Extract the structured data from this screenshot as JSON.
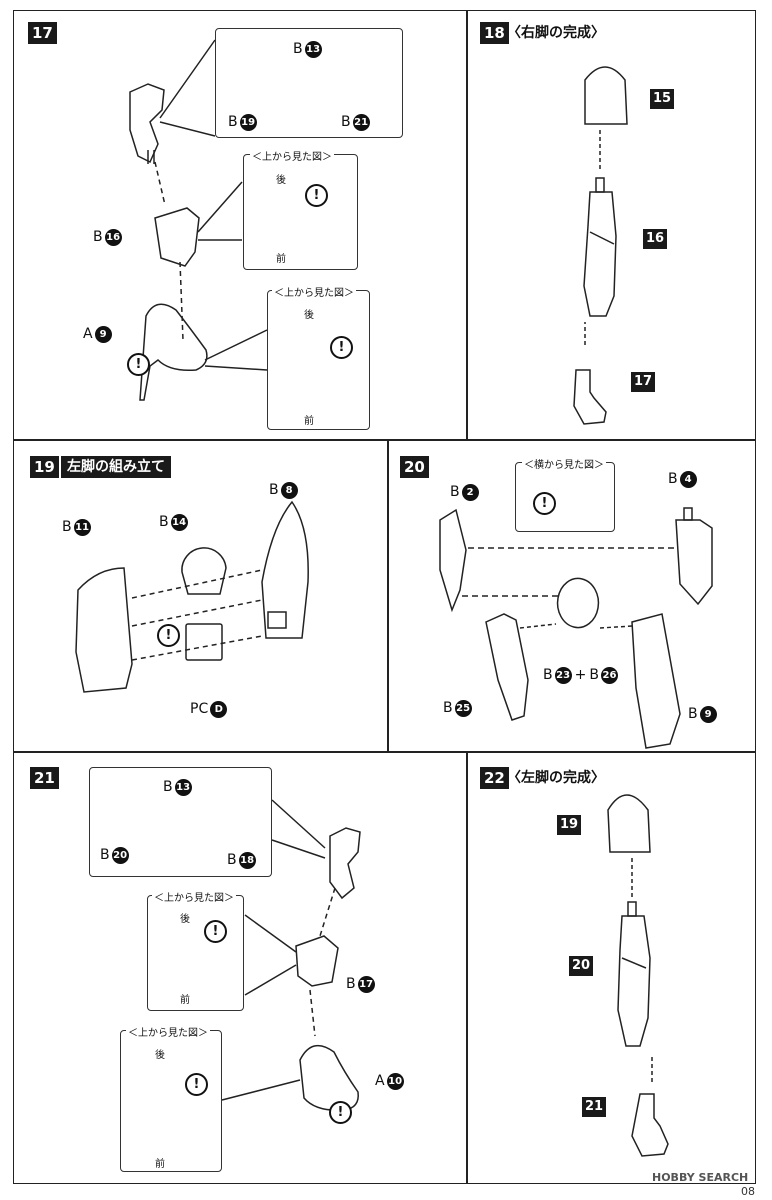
{
  "steps": [
    {
      "num": "17",
      "title": ""
    },
    {
      "num": "18",
      "title": "〈右脚の完成〉"
    },
    {
      "num": "19",
      "title": "左脚の組み立て"
    },
    {
      "num": "20",
      "title": ""
    },
    {
      "num": "21",
      "title": ""
    },
    {
      "num": "22",
      "title": "〈左脚の完成〉"
    }
  ],
  "callouts": {
    "top_view": "＜上から見た図＞",
    "side_view": "＜横から見た図＞",
    "back": "後",
    "front": "前",
    "warning": "!"
  },
  "parts": {
    "b": "B",
    "a": "A",
    "pc": "PC",
    "plus": "+",
    "n13": "13",
    "n19": "19",
    "n21": "21",
    "n16": "16",
    "n9": "9",
    "n8": "8",
    "n11": "11",
    "n14": "14",
    "d": "D",
    "n2": "2",
    "n4": "4",
    "n23": "23",
    "n26": "26",
    "n25": "25",
    "n20": "20",
    "n18": "18",
    "n17": "17",
    "n10": "10"
  },
  "tags": {
    "t15": "15",
    "t16": "16",
    "t17": "17",
    "t19": "19",
    "t20": "20",
    "t21": "21"
  },
  "footer": {
    "logo": "HOBBY SEARCH",
    "page": "08"
  }
}
